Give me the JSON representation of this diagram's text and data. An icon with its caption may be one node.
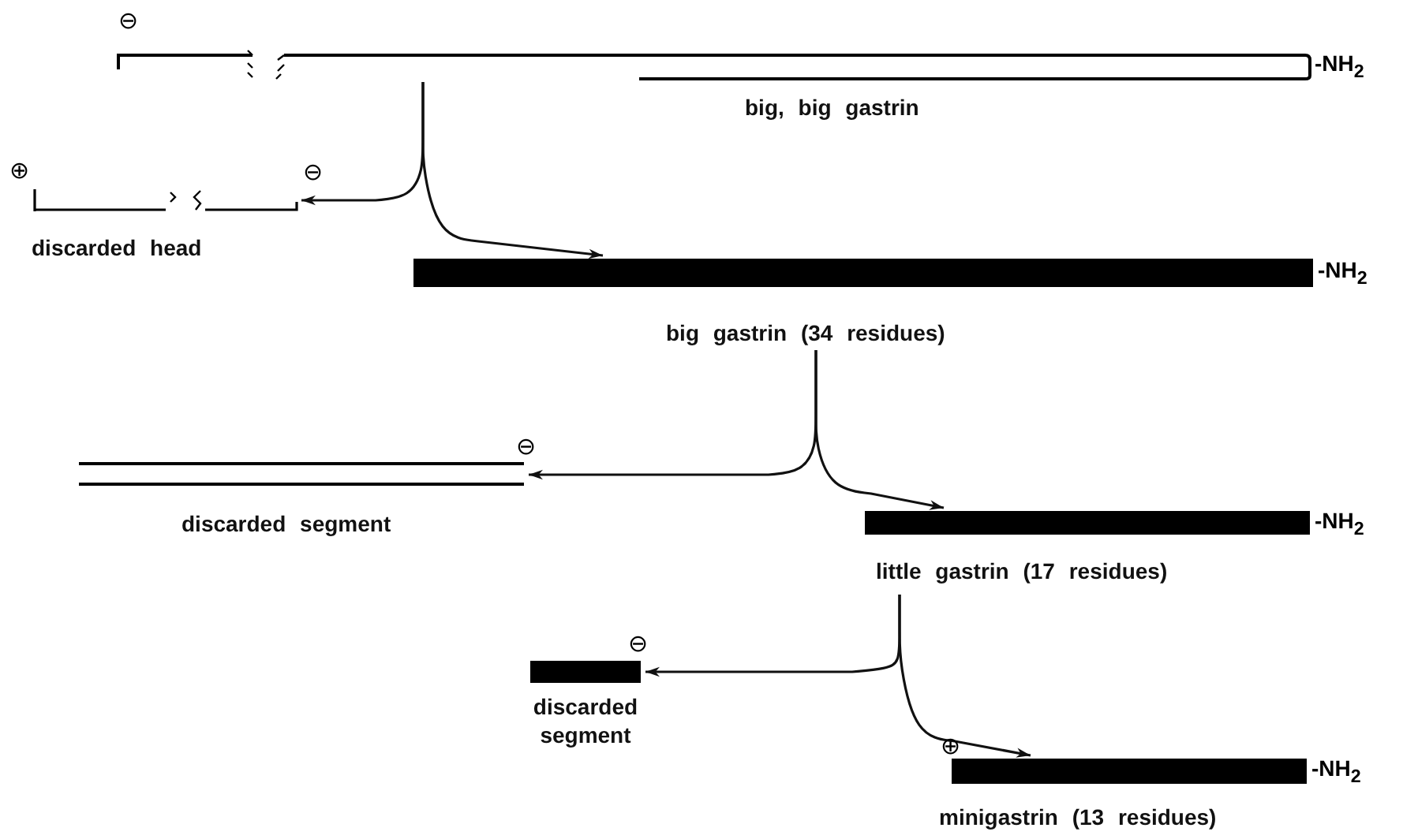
{
  "diagram": {
    "nodes": [
      {
        "text": [
          "big, big gastrin"
        ],
        "beside": [
          "-NH$_{2}$"
        ]
      },
      {
        "text": [
          "discarded head"
        ]
      },
      {
        "text": [
          "big gastrin (34 residues)"
        ],
        "beside": [
          "-NH$_{2}$"
        ]
      },
      {
        "text": [
          "discarded segment"
        ]
      },
      {
        "text": [
          "little gastrin (17 residues)"
        ],
        "beside": [
          "-NH$_{2}$"
        ]
      },
      {
        "text": [
          "discarded segment"
        ]
      },
      {
        "text": [
          "minigastrin (13 residues)"
        ],
        "beside": [
          "-NH$_{2}$"
        ]
      }
    ],
    "edges": [
      {
        "from": 0,
        "to": 1,
        "arrow": "to"
      },
      {
        "from": 0,
        "to": 2,
        "arrow": "to"
      },
      {
        "from": 2,
        "to": 3,
        "arrow": "to"
      },
      {
        "from": 2,
        "to": 4,
        "arrow": "to"
      },
      {
        "from": 4,
        "to": 5,
        "arrow": "to"
      },
      {
        "from": 4,
        "to": 6,
        "arrow": "to"
      }
    ],
    "labels": [
      "⊖",
      "⊕",
      "⊖",
      "⊖",
      "⊖",
      "⊕"
    ]
  }
}
